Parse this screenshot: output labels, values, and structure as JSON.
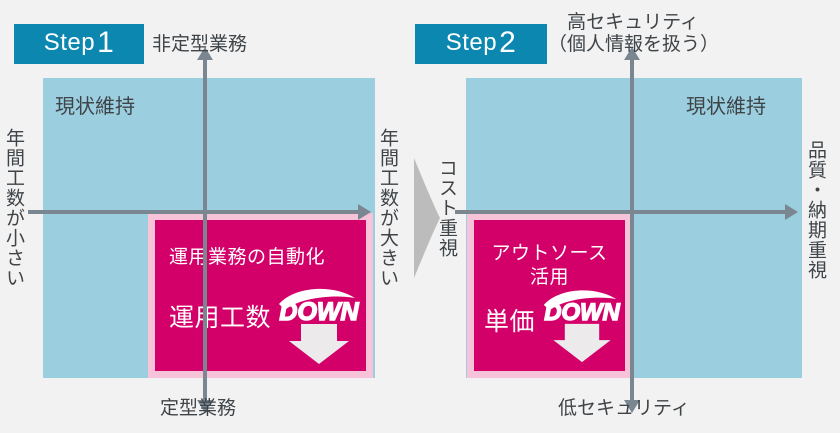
{
  "diagram": {
    "title_hidden": "",
    "colors": {
      "background": "#f2f2f2",
      "badge": "#0b87b0",
      "blue_block": "#9bcfdf",
      "magenta": "#d4006a",
      "magenta_border": "#f7c3d9",
      "axis": "#7a8791",
      "text": "#3f4448",
      "white": "#ffffff"
    }
  },
  "steps": [
    {
      "id": "step1",
      "badge": {
        "word": "Step",
        "number": "1"
      },
      "axis_top_label": "非定型業務",
      "axis_bottom_label": "定型業務",
      "axis_left_label": "年間工数が小さい",
      "axis_right_label": "年間工数が大きい",
      "quadrant_label": "現状維持",
      "action_box": {
        "title": "運用業務の自動化",
        "metric": "運用工数",
        "badge_text": "DOWN"
      }
    },
    {
      "id": "step2",
      "badge": {
        "word": "Step",
        "number": "2"
      },
      "axis_top_label_line1": "高セキュリティ",
      "axis_top_label_line2": "（個人情報を扱う）",
      "axis_bottom_label": "低セキュリティ",
      "axis_left_label": "コスト重視",
      "axis_right_label": "品質・納期重視",
      "quadrant_label": "現状維持",
      "action_box": {
        "title_line1": "アウトソース",
        "title_line2": "活用",
        "metric": "単価",
        "badge_text": "DOWN"
      }
    }
  ],
  "transition": {
    "icon": "right-triangle-arrow"
  }
}
